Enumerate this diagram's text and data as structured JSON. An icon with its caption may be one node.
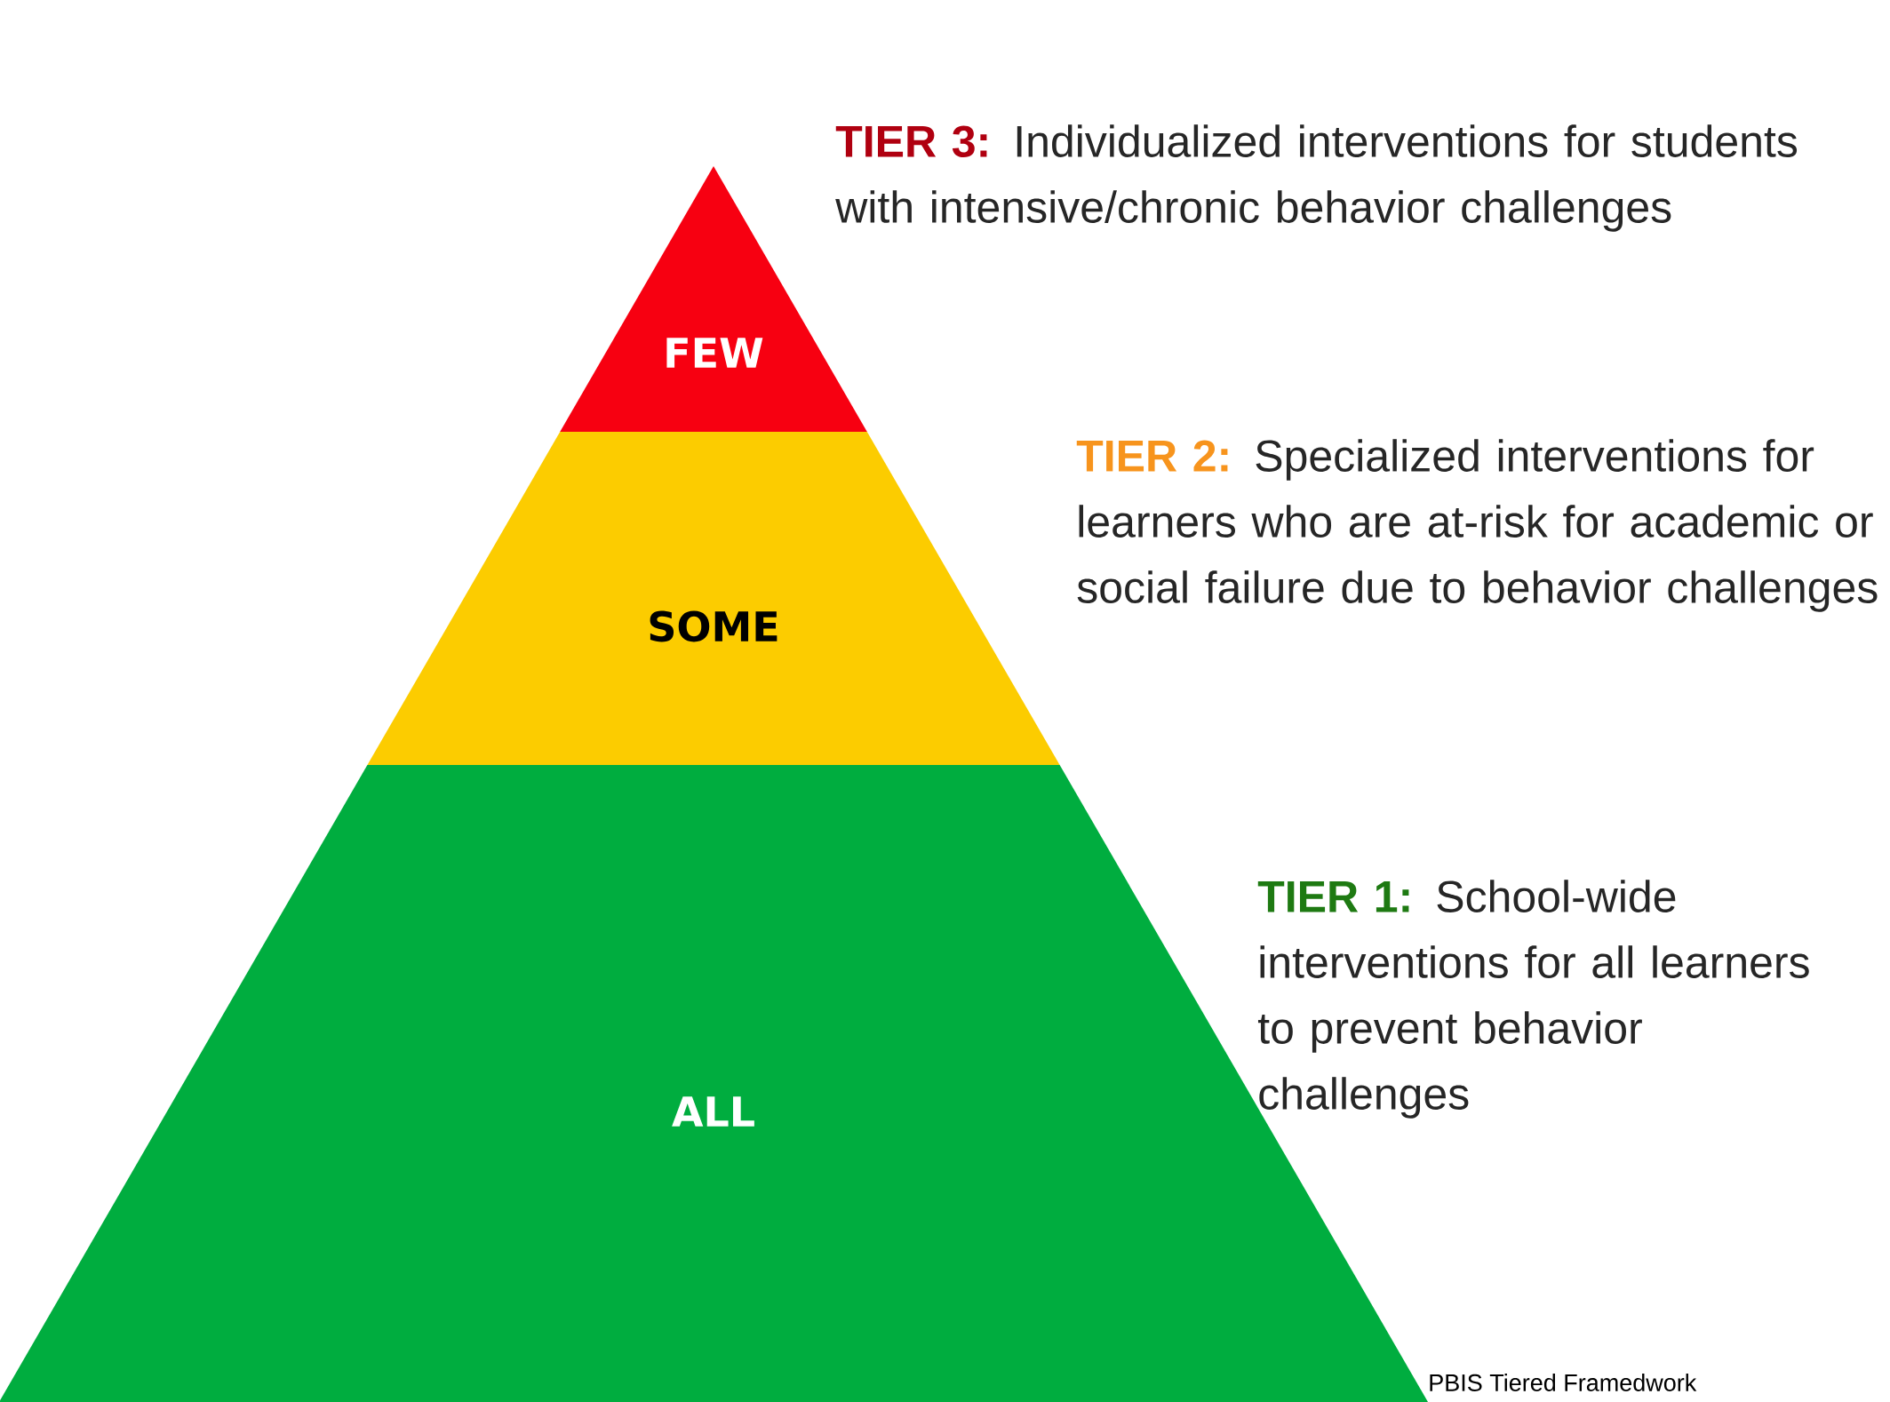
{
  "diagram": {
    "caption": "PBIS Tiered Framedwork",
    "nodes": [
      {
        "text": [
          "FEW"
        ],
        "beside": [
          "TIER 3:",
          "Individualized interventions for students with intensive/chronic behavior challenges"
        ]
      },
      {
        "text": [
          "SOME"
        ],
        "beside": [
          "TIER 2:",
          "Specialized interventions for learners who are at-risk for academic or social failure due to behavior challenges"
        ]
      },
      {
        "text": [
          "ALL"
        ],
        "beside": [
          "TIER 1:",
          "School-wide interventions for all learners to prevent behavior challenges"
        ]
      }
    ]
  }
}
